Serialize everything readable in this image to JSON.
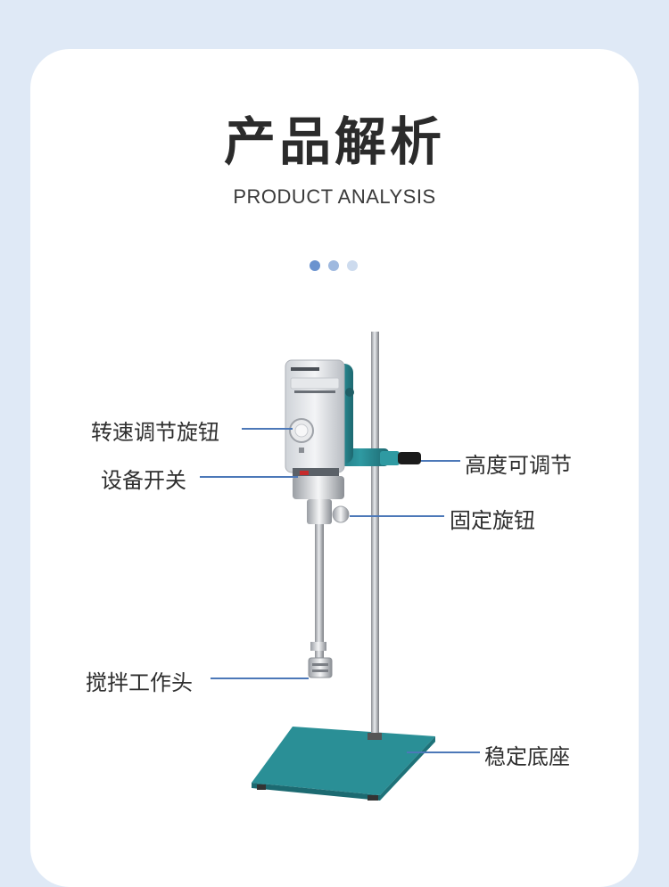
{
  "heading": {
    "title": "产品解析",
    "subtitle": "PRODUCT ANALYSIS"
  },
  "pager": {
    "dot_colors": [
      "#6b93cf",
      "#9fb9df",
      "#cddbee"
    ]
  },
  "callouts": {
    "speed_knob": "转速调节旋钮",
    "power_switch": "设备开关",
    "height_adjust": "高度可调节",
    "fixing_knob": "固定旋钮",
    "stirring_head": "搅拌工作头",
    "stable_base": "稳定底座"
  },
  "colors": {
    "accent_line": "#4c78b8",
    "stand_teal": "#2a8f96"
  }
}
